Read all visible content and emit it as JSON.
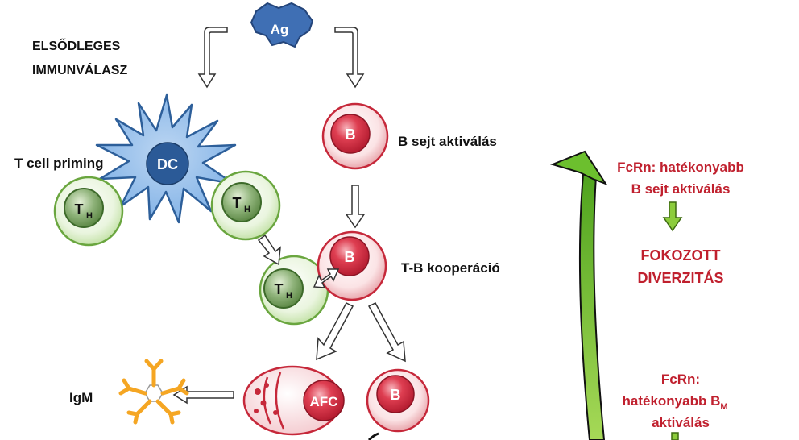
{
  "heading": {
    "line1": "ELSŐDLEGES",
    "line2": "IMMUNVÁLASZ"
  },
  "antigen_label": "Ag",
  "dc_label": "DC",
  "th_label": "T",
  "th_sub": "H",
  "b_label": "B",
  "afc_label": "AFC",
  "t_cell_priming": "T cell priming",
  "b_activation": "B sejt aktiválás",
  "tb_cooperation": "T-B kooperáció",
  "igm_label": "IgM",
  "fcrn_b": {
    "line1": "FcRn: hatékonyabb",
    "line2": "B sejt aktiválás"
  },
  "diversity": {
    "line1": "FOKOZOTT",
    "line2": "DIVERZITÁS"
  },
  "fcrn_bm": {
    "line1": "FcRn:",
    "line2": "hatékonyabb B",
    "line2_sub": "M",
    "line3": "aktiválás"
  },
  "colors": {
    "red_text": "#c0202e",
    "green_arrow": "#7ac143",
    "b_cell": "#d42a3c",
    "th_cell": "#7fbf4d",
    "dc_cell": "#4a86c8",
    "antigen": "#3f6fb4",
    "igm": "#f5a623"
  }
}
